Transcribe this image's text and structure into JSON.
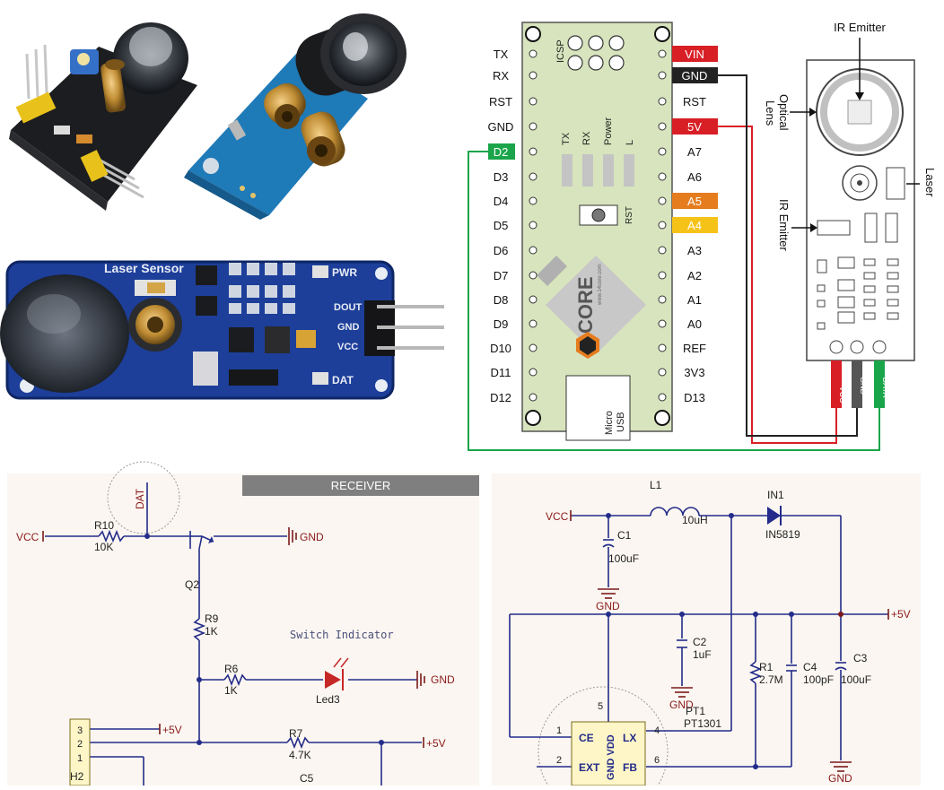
{
  "photos": {
    "module_label": "Laser Sensor",
    "pins": [
      "DOUT",
      "GND",
      "VCC"
    ],
    "led_labels": [
      "PWR",
      "DAT"
    ]
  },
  "wiring": {
    "board": {
      "left_pins": [
        "TX",
        "RX",
        "RST",
        "GND",
        "D2",
        "D3",
        "D4",
        "D5",
        "D6",
        "D7",
        "D8",
        "D9",
        "D10",
        "D11",
        "D12"
      ],
      "right_pins": [
        "VIN",
        "GND",
        "RST",
        "5V",
        "A7",
        "A6",
        "A5",
        "A4",
        "A3",
        "A2",
        "A1",
        "A0",
        "REF",
        "3V3",
        "D13"
      ],
      "icsp": "ICSP",
      "leds": [
        "TX",
        "RX",
        "Power",
        "L"
      ],
      "rst_button": "RST",
      "usb": [
        "Micro",
        "USB"
      ],
      "logo_text": "CORE",
      "logo_url": "www.14core.com"
    },
    "sensor": {
      "ir_emitter_top": "IR Emitter",
      "optical_lens": [
        "Optical",
        "Lens"
      ],
      "laser": "Laser",
      "ir_emitter_side": "IR Emitter",
      "pins": [
        "VCC",
        "GND",
        "DATA"
      ]
    },
    "colors": {
      "red": "#d81f26",
      "black": "#222222",
      "green": "#1aa54b",
      "orange": "#e57c1e",
      "yellow": "#f5c218"
    }
  },
  "receiver": {
    "header": "RECEIVER",
    "labels": {
      "vcc": "VCC",
      "gnd": "GND",
      "dat": "DAT",
      "r10": "R10",
      "r10v": "10K",
      "q2": "Q2",
      "r9": "R9",
      "r9v": "1K",
      "switch_indicator": "Switch Indicator",
      "r6": "R6",
      "r6v": "1K",
      "led3": "Led3",
      "gnd2": "GND",
      "p5v1": "+5V",
      "r7": "R7",
      "r7v": "4.7K",
      "p5v2": "+5V",
      "h2": "H2",
      "c5": "C5",
      "pin3": "3",
      "pin2": "2",
      "pin1": "1"
    }
  },
  "boost": {
    "labels": {
      "vcc": "VCC",
      "l1": "L1",
      "l1v": "10uH",
      "in1": "IN1",
      "in1v": "IN5819",
      "c1": "C1",
      "c1v": "100uF",
      "gnd1": "GND",
      "p5v": "+5V",
      "c2": "C2",
      "c2v": "1uF",
      "gnd2": "GND",
      "r1": "R1",
      "r1v": "2.7M",
      "c4": "C4",
      "c4v": "100pF",
      "c3": "C3",
      "c3v": "100uF",
      "pt1": "PT1",
      "pt1v": "PT1301",
      "ce": "CE",
      "lx": "LX",
      "ext": "EXT",
      "fb": "FB",
      "gndvdd": "GND VDD",
      "pin1": "1",
      "pin2": "2",
      "pin4": "4",
      "pin5": "5",
      "pin6": "6",
      "gnd3": "GND"
    }
  }
}
